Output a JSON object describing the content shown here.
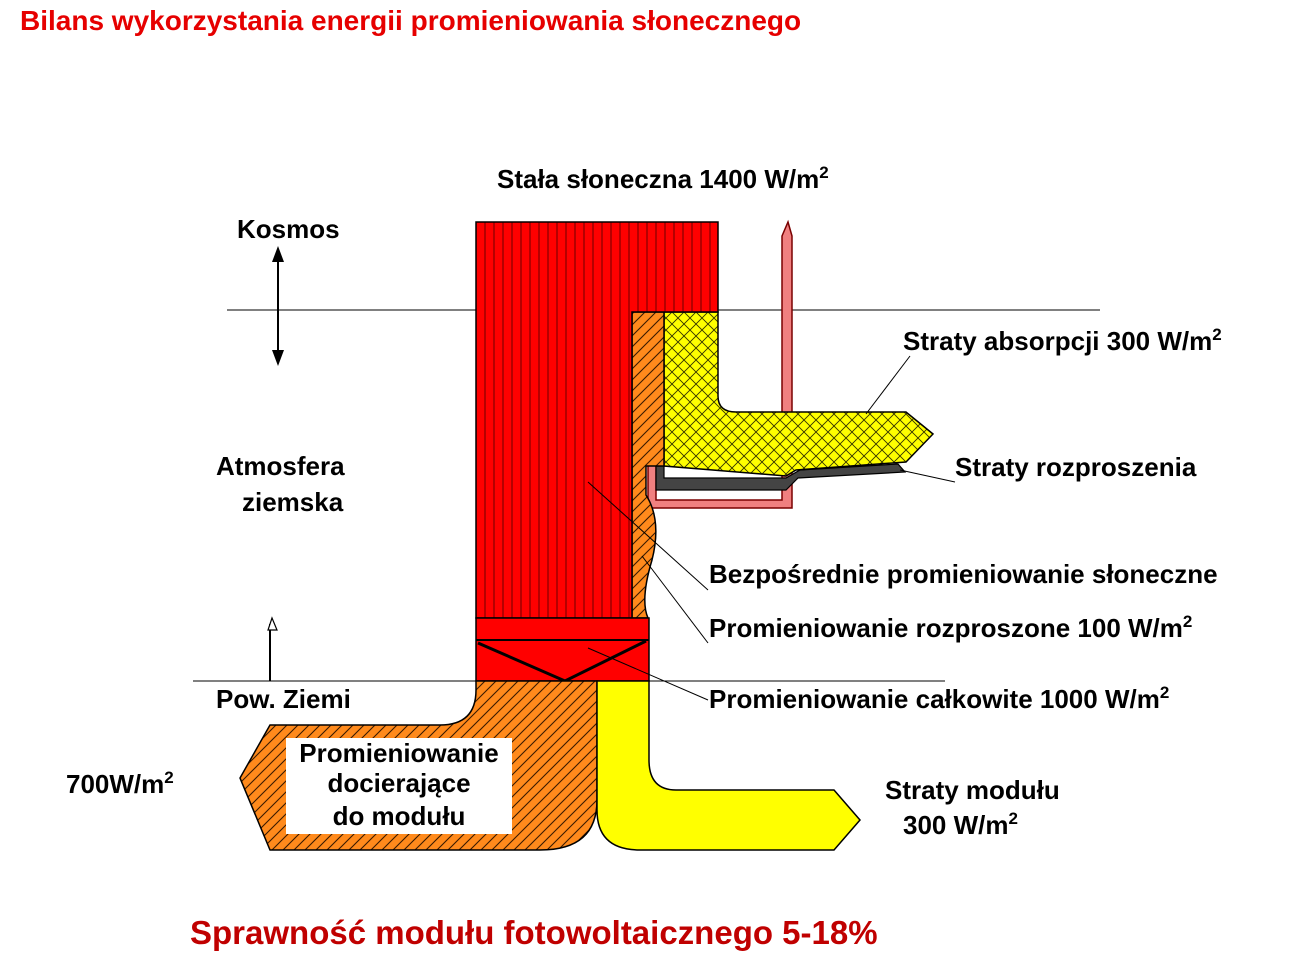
{
  "title": "Bilans wykorzystania energii promieniowania słonecznego",
  "footer": "Sprawność modułu fotowoltaicznego 5-18%",
  "colors": {
    "title": "#e60000",
    "footer": "#c00000",
    "direct": "#ff0000",
    "diffuse": "#ff8a1c",
    "absorption": "#ffff00",
    "scatter_top": "#f08080",
    "scatter_dark": "#444444",
    "module_loss": "#ffff00"
  },
  "labels": {
    "solar_constant": "Stała słoneczna 1400 W/m",
    "solar_constant_sup": "2",
    "space": "Kosmos",
    "atmosphere_line1": "Atmosfera",
    "atmosphere_line2": "ziemska",
    "ground": "Pow. Ziemi",
    "absorption_loss": "Straty absorpcji  300 W/m",
    "absorption_loss_sup": "2",
    "scatter_loss": "Straty rozproszenia",
    "direct_radiation": "Bezpośrednie promieniowanie słoneczne",
    "diffuse_radiation": "Promieniowanie rozproszone 100 W/m",
    "diffuse_radiation_sup": "2",
    "total_radiation": "Promieniowanie całkowite 1000 W/m",
    "total_radiation_sup": "2",
    "reaching_line1": "Promieniowanie",
    "reaching_line2": "docierające",
    "reaching_line3": "do modułu",
    "reaching_value": "700W/m",
    "reaching_value_sup": "2",
    "module_loss_line1": "Straty modułu",
    "module_loss_line2": "300 W/m",
    "module_loss_sup": "2"
  }
}
